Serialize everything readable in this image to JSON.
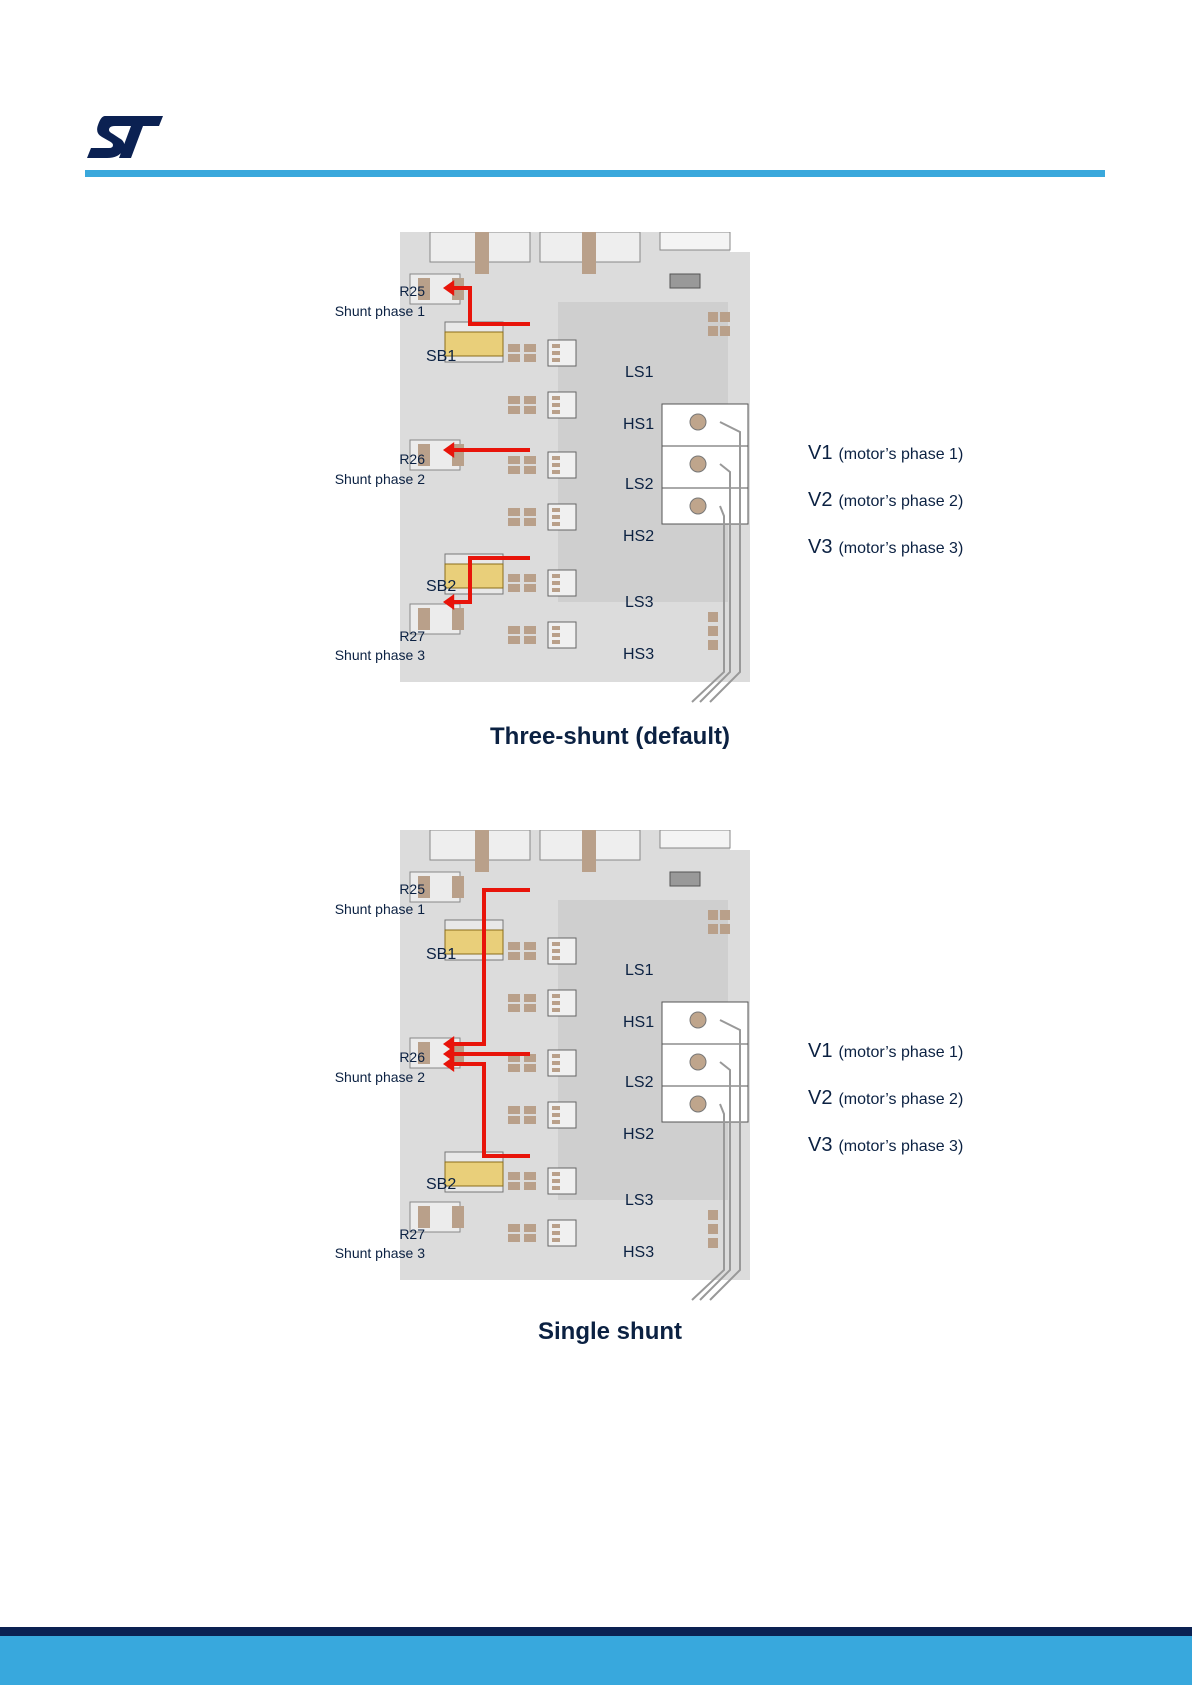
{
  "header": {
    "logo_text": "ST",
    "brand_color": "#3aa8dc",
    "logo_color": "#0b2152"
  },
  "figures": [
    {
      "labels": {
        "r25": "R25",
        "r25_sub": "Shunt phase 1",
        "r26": "R26",
        "r26_sub": "Shunt phase 2",
        "r27": "R27",
        "r27_sub": "Shunt phase 3",
        "sb1": "SB1",
        "sb2": "SB2",
        "ls1": "LS1",
        "hs1": "HS1",
        "ls2": "LS2",
        "hs2": "HS2",
        "ls3": "LS3",
        "hs3": "HS3",
        "v1": "V1",
        "v1_desc": "(motor’s phase 1)",
        "v2": "V2",
        "v2_desc": "(motor’s phase 2)",
        "v3": "V3",
        "v3_desc": "(motor’s phase 3)"
      },
      "caption": "Three-shunt (default)"
    },
    {
      "labels": {
        "r25": "R25",
        "r25_sub": "Shunt phase 1",
        "r26": "R26",
        "r26_sub": "Shunt phase 2",
        "r27": "R27",
        "r27_sub": "Shunt phase 3",
        "sb1": "SB1",
        "sb2": "SB2",
        "ls1": "LS1",
        "hs1": "HS1",
        "ls2": "LS2",
        "hs2": "HS2",
        "ls3": "LS3",
        "hs3": "HS3",
        "v1": "V1",
        "v1_desc": "(motor’s phase 1)",
        "v2": "V2",
        "v2_desc": "(motor’s phase 2)",
        "v3": "V3",
        "v3_desc": "(motor’s phase 3)"
      },
      "caption": "Single shunt"
    }
  ],
  "colors": {
    "current_path": "#e8140a",
    "board": "#dcdcdc",
    "pad": "#b9a08a",
    "jumper": "#e9cf7a",
    "text": "#0b2142",
    "footer_dark": "#0b2152",
    "footer_blue": "#38a8dd"
  }
}
